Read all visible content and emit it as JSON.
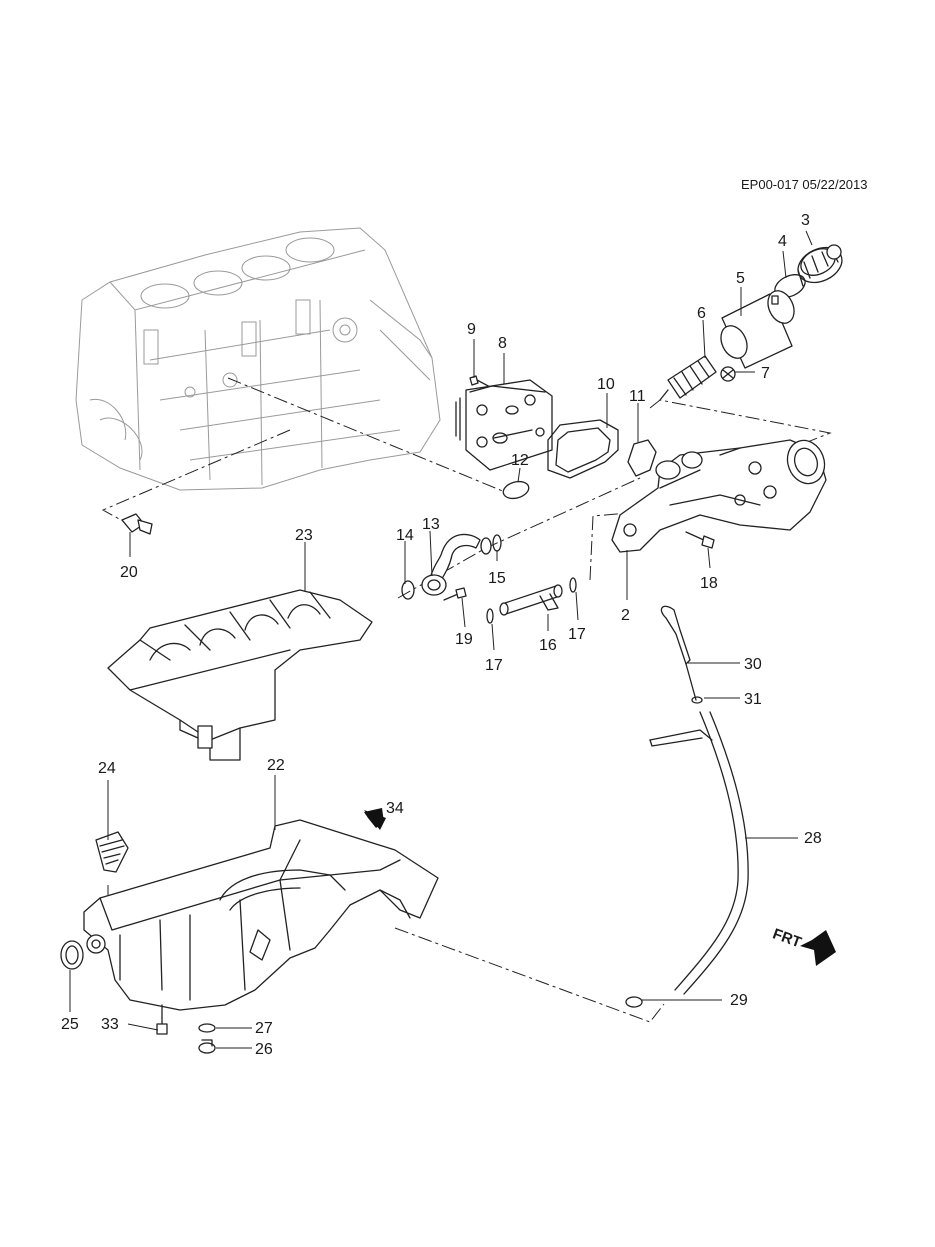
{
  "document": {
    "reference": "EP00-017 05/22/2013",
    "front_arrow_label": "FRT"
  },
  "callouts": {
    "c2": "2",
    "c3": "3",
    "c4": "4",
    "c5": "5",
    "c6": "6",
    "c7": "7",
    "c8": "8",
    "c9": "9",
    "c10": "10",
    "c11": "11",
    "c12": "12",
    "c13": "13",
    "c14": "14",
    "c15": "15",
    "c16": "16",
    "c17a": "17",
    "c17b": "17",
    "c18": "18",
    "c19": "19",
    "c20": "20",
    "c22": "22",
    "c23": "23",
    "c24": "24",
    "c25": "25",
    "c26": "26",
    "c27": "27",
    "c28": "28",
    "c29": "29",
    "c30": "30",
    "c31": "31",
    "c33": "33",
    "c34": "34"
  }
}
